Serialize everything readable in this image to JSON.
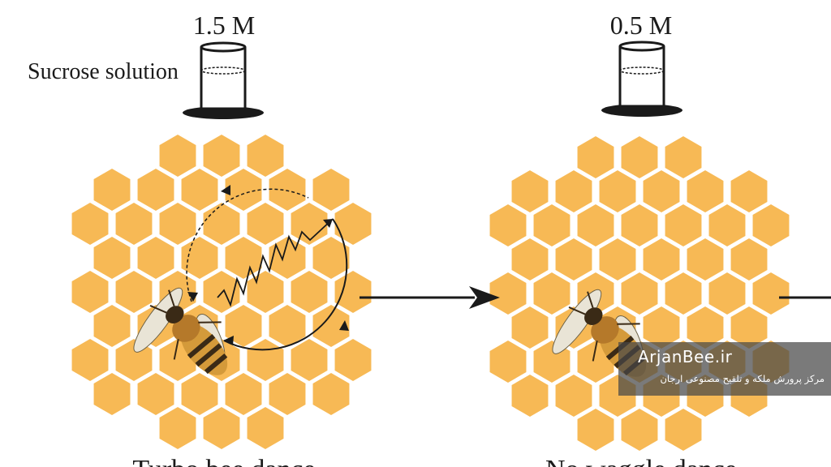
{
  "diagram": {
    "left_concentration": "1.5 M",
    "right_concentration": "0.5 M",
    "solution_label": "Sucrose solution",
    "bottom_caption_left": "Turbo bee dance",
    "bottom_caption_right": "No waggle dance"
  },
  "watermark": {
    "title": "ArjanBee.ir",
    "subtitle": "مرکز پرورش ملکه و تلقیح مصنوعی ارجان"
  },
  "colors": {
    "comb": "#F7B955",
    "comb_gap": "#ffffff",
    "ink": "#1a1a1a"
  }
}
